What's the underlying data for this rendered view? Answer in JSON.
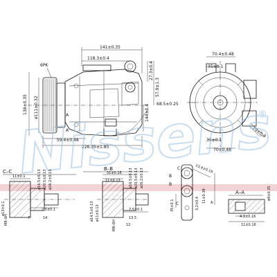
{
  "watermark": {
    "text": "Nissens",
    "registered": "®",
    "color": "#9cc3e4"
  },
  "colors": {
    "band": "#f4d3d6",
    "line": "#111111"
  },
  "main_view": {
    "belt_label": "6PK",
    "dim_total_length": "141±0.35",
    "dim_118": "118.3±0.4",
    "dim_278": "27.3±0.4",
    "dim_579": "57.9±1.3",
    "dim_1446": "144±0.4",
    "dim_685": "68.5±0.25",
    "dim_1386": "138±0.35",
    "dim_d1115": "ø111±0.32",
    "dim_2263": "226.35±1.85",
    "dim_594": "59.4±0.48",
    "label_a1": "A",
    "label_a2": "A"
  },
  "side_view": {
    "dim_704": "70.4±0.48",
    "dim_35_top": "35±0.1",
    "dim_35_bot": "35±0.1",
    "dim_70_bot": "70±0.48",
    "dim_79": "79±0.3",
    "label_c1": "C",
    "label_c2": "C",
    "label_b1": "B",
    "label_b2": "B",
    "dim_234": "23.4±0.18"
  },
  "section_cc": {
    "title": "C–C",
    "d1_top": "11±0.1",
    "d165": "ø16.5±0.13",
    "d205": "ø20.5±0.13",
    "d262": "ø26.2±0.13",
    "d13": "ø13±0.1",
    "thread": "M8–6H",
    "d25": "2.5±0.1",
    "d7": "7",
    "d14": "14"
  },
  "section_bb": {
    "title": "B–B",
    "d31": "31±0.16",
    "d11": "11±0.13",
    "d165": "ø16.5±0.13",
    "d205": "ø20.5±0.13",
    "d262": "ø26.2±0.13",
    "d145": "ø14.5±0.13",
    "d11b": "ø11±0.13",
    "thread": "M8–6H",
    "d75": "7.5±0.1",
    "d135": "13.5",
    "d12": "12"
  },
  "port_detail": {
    "d35": "35±0.1",
    "d32": "3.2±0.4",
    "d1138": "11±0.38",
    "d935": "ø9±0.35",
    "label_a": "A"
  },
  "section_aa": {
    "title": "A–A",
    "d43": "4.3±0.16",
    "d11": "11±0.16"
  }
}
